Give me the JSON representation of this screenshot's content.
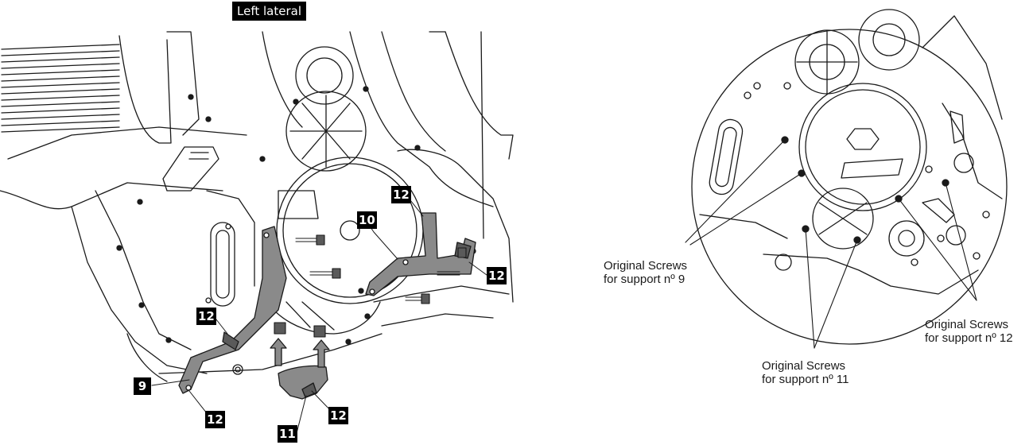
{
  "header": {
    "title": "Left lateral"
  },
  "part_labels": [
    "9",
    "10",
    "11",
    "12",
    "12",
    "12",
    "12",
    "12"
  ],
  "captions": {
    "support9": {
      "line1": "Original Screws",
      "line2": "for support nº 9"
    },
    "support11": {
      "line1": "Original Screws",
      "line2": "for support nº 11"
    },
    "support12": {
      "line1": "Original Screws",
      "line2": "for support nº 12"
    }
  },
  "colors": {
    "line": "#1a1a1a",
    "bracket_fill": "#8a8a8a",
    "label_bg": "#000000"
  }
}
